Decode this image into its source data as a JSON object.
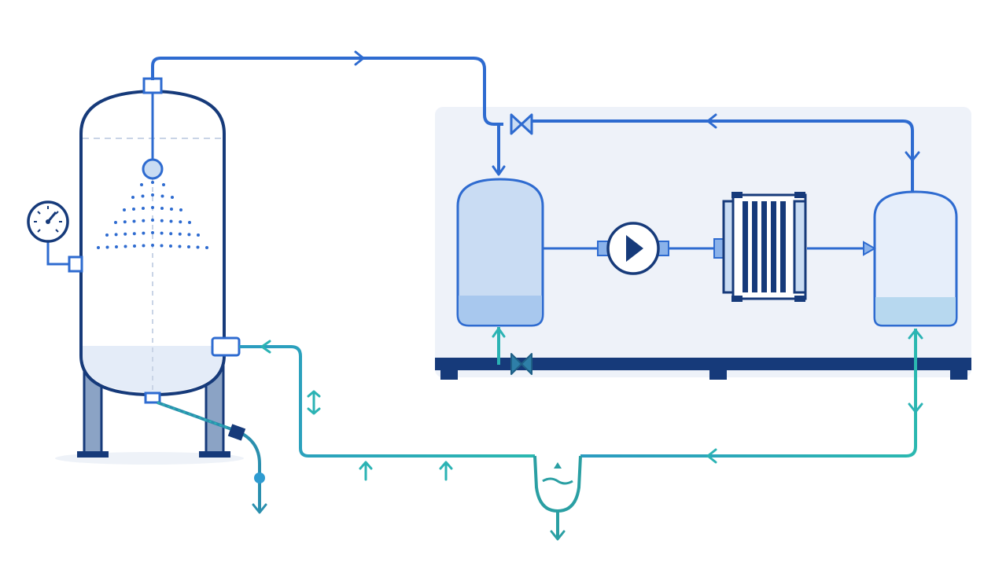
{
  "colors": {
    "background": "#ffffff",
    "skid_panel": "#eef2f9",
    "process_line": "#2e6bd0",
    "vessel_outline": "#163a7a",
    "return_line": "#2bb3b4",
    "liquid_fill": "#c9dcf3",
    "skid_base": "#163a7a",
    "tank_liquid": "#b7d8ef"
  },
  "components": [
    {
      "id": "spray-tank",
      "icon": "pressure-vessel"
    },
    {
      "id": "pressure-gauge",
      "icon": "gauge-icon"
    },
    {
      "id": "spray-nozzle",
      "icon": "spray-nozzle-icon"
    },
    {
      "id": "inlet-valve",
      "icon": "butterfly-valve-icon"
    },
    {
      "id": "feed-tank",
      "icon": "vessel-icon"
    },
    {
      "id": "pump",
      "icon": "centrifugal-pump-icon"
    },
    {
      "id": "plate-heat-exchanger",
      "icon": "plate-heat-exchanger-icon"
    },
    {
      "id": "receiver-tank",
      "icon": "vessel-icon"
    },
    {
      "id": "drain-valve",
      "icon": "butterfly-valve-icon"
    },
    {
      "id": "drain-trap",
      "icon": "trap-icon"
    }
  ]
}
